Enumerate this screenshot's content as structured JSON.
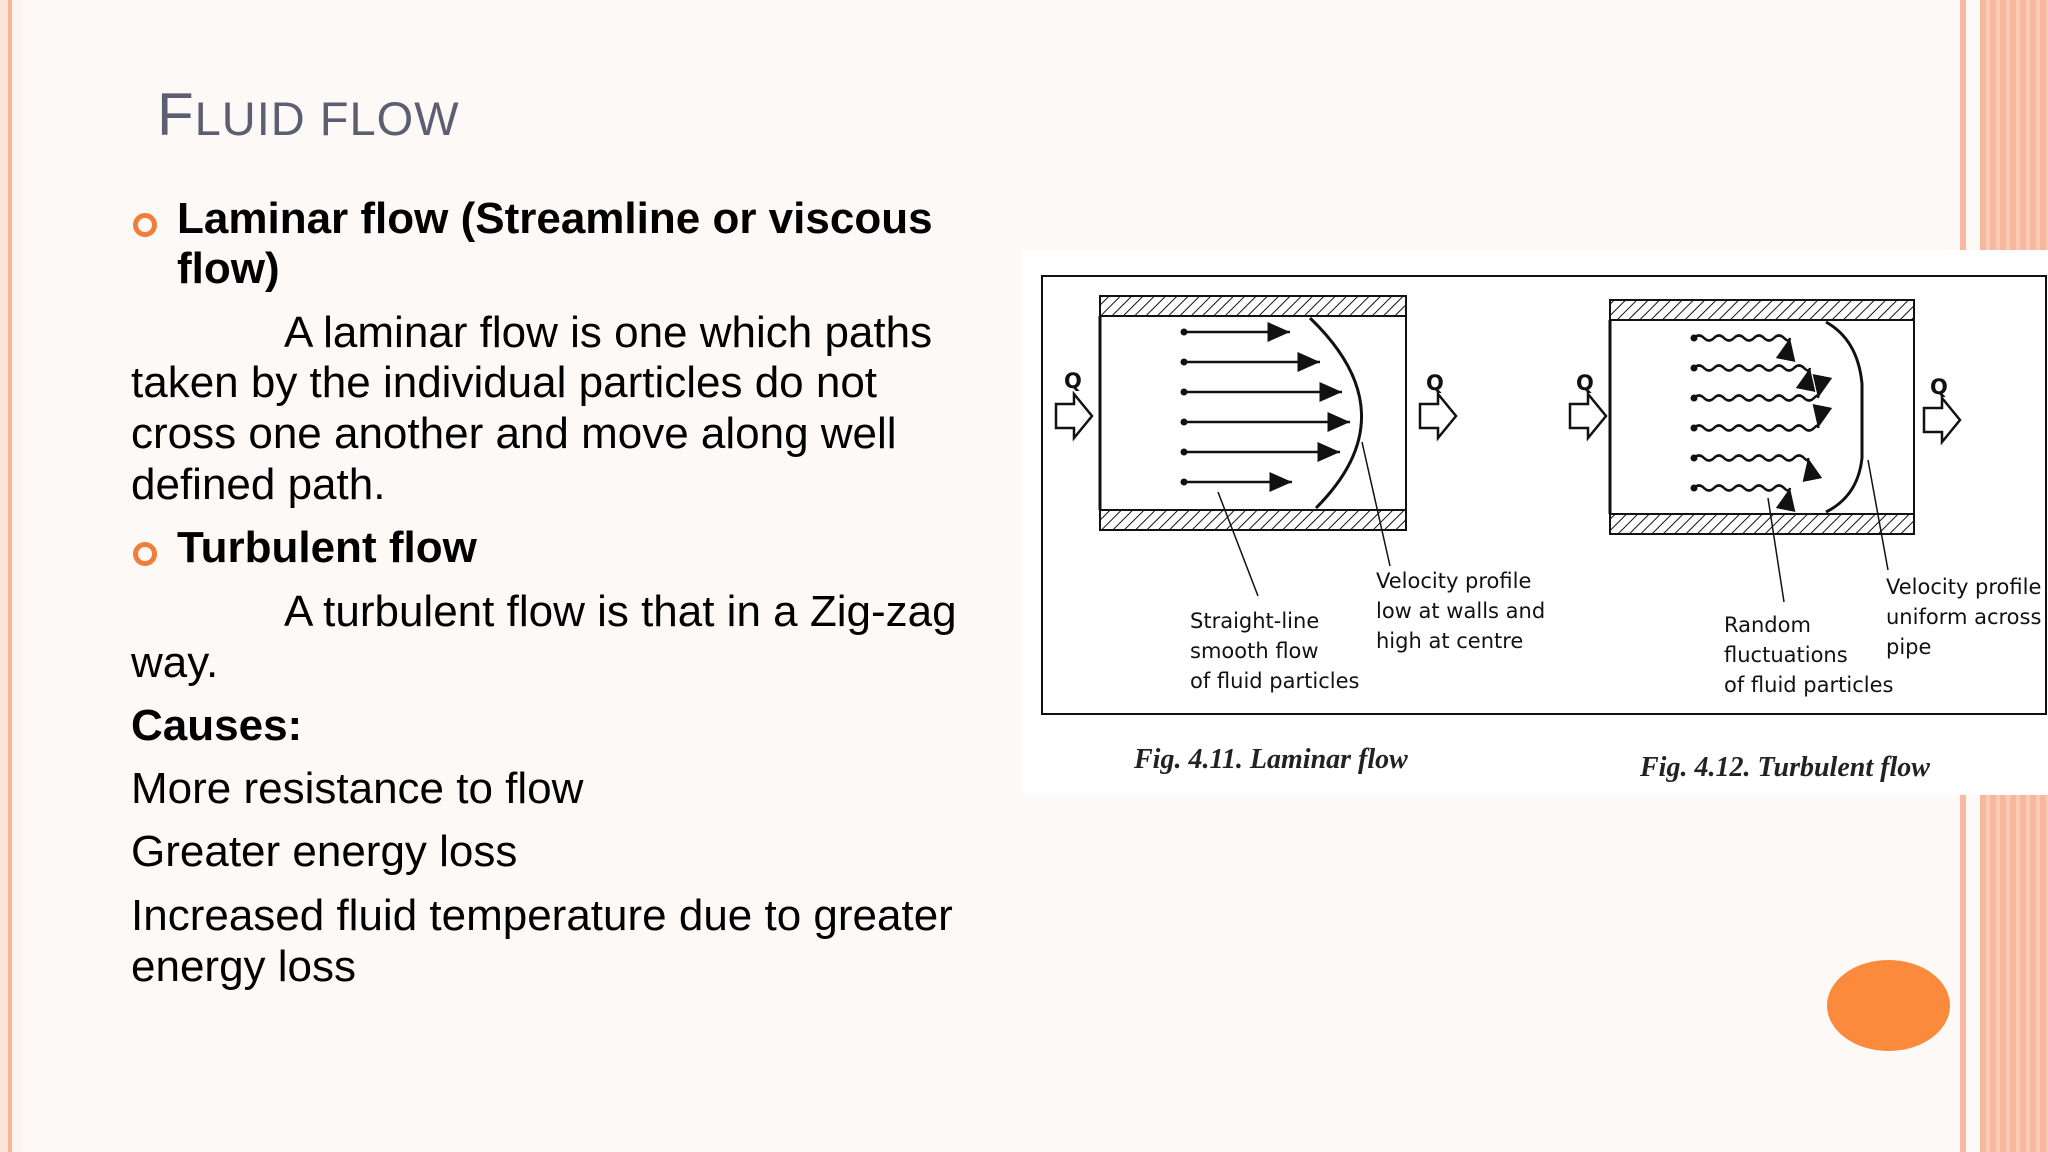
{
  "slide": {
    "title_first": "F",
    "title_rest": "LUID FLOW",
    "laminar": {
      "heading_line1": "Laminar flow (Streamline or viscous",
      "heading_line2": "flow)",
      "body_line1": "A laminar flow is one which paths",
      "body_line2": "taken by the individual particles do not",
      "body_line3": "cross one another and move along well",
      "body_line4": "defined path."
    },
    "turbulent": {
      "heading": "Turbulent flow",
      "body_line1": "A turbulent flow is that in a Zig-zag",
      "body_line2": "way."
    },
    "causes": {
      "heading": "Causes:",
      "item1": "More resistance to flow",
      "item2": "Greater energy loss",
      "item3_line1": "Increased fluid temperature due to greater",
      "item3_line2": "energy loss"
    }
  },
  "figure": {
    "q": "Q",
    "laminar": {
      "label1_line1": "Straight-line",
      "label1_line2": "smooth flow",
      "label1_line3": "of fluid particles",
      "label2_line1": "Velocity profile",
      "label2_line2": "low at walls and",
      "label2_line3": "high at centre",
      "caption": "Fig. 4.11. Laminar flow"
    },
    "turbulent": {
      "label1_line1": "Random",
      "label1_line2": "fluctuations",
      "label1_line3": "of fluid particles",
      "label2_line1": "Velocity profile",
      "label2_line2": "uniform across",
      "label2_line3": "pipe",
      "caption": "Fig. 4.12. Turbulent flow"
    }
  },
  "colors": {
    "title": "#5c5f72",
    "bullet": "#f07e3a",
    "accent_orange": "#fb8a3c",
    "stripe": "#f6b79d"
  }
}
